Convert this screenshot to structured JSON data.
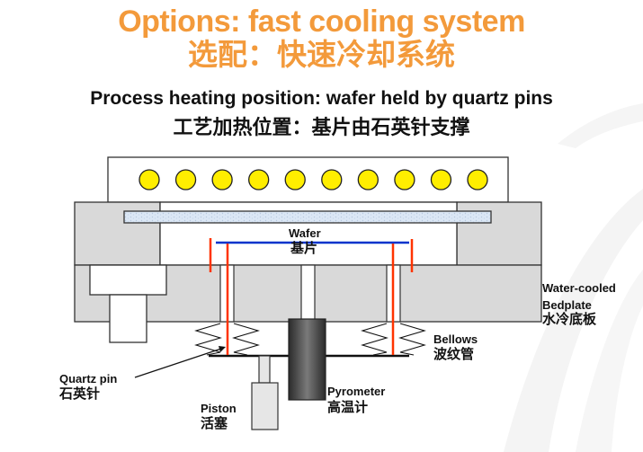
{
  "title": {
    "en": "Options: fast cooling system",
    "zh": "选配：快速冷却系统"
  },
  "subtitle": {
    "en": "Process heating position: wafer held by quartz pins",
    "zh": "工艺加热位置：基片由石英针支撑"
  },
  "diagram": {
    "lamp_count": 10,
    "labels": {
      "wafer": {
        "en": "Wafer",
        "zh": "基片"
      },
      "bedplate": {
        "en_line1": "Water-cooled",
        "en_line2": "Bedplate",
        "zh": "水冷底板"
      },
      "bellows": {
        "en": "Bellows",
        "zh": "波纹管"
      },
      "quartz_pin": {
        "en": "Quartz pin",
        "zh": "石英针"
      },
      "piston": {
        "en": "Piston",
        "zh": "活塞"
      },
      "pyrometer": {
        "en": "Pyrometer",
        "zh": "高温计"
      }
    },
    "colors": {
      "title": "#f39a3b",
      "lamp": "#ffee00",
      "wafer": "#0033cc",
      "quartz_pin": "#ff3300",
      "chamber_fill": "#d9d9d9",
      "window_fill": "#dbe7f5"
    }
  }
}
